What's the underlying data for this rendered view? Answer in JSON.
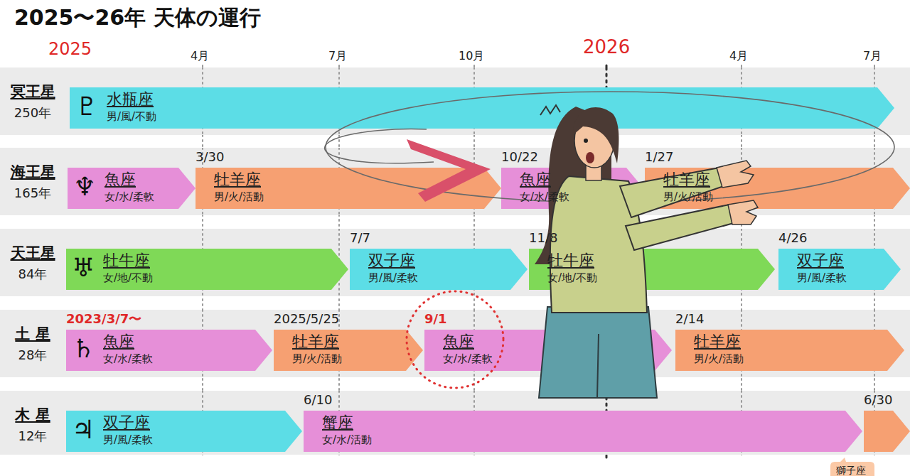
{
  "diagram": {
    "title": "2025〜26年 天体の運行",
    "nodes": [
      {
        "text": [
          "冥王星",
          "250年"
        ]
      },
      {
        "text": [
          "♇",
          "水瓶座",
          "男/風/不動"
        ],
        "in": 0
      },
      {
        "text": [
          "海王星",
          "165年"
        ]
      },
      {
        "text": [
          "♆",
          "魚座",
          "女/水/柔軟"
        ],
        "in": 2
      },
      {
        "text": [
          "3/30",
          "牡羊座",
          "男/火/活動"
        ],
        "in": 2
      },
      {
        "text": [
          "10/22",
          "魚座",
          "女/水/柔軟"
        ],
        "in": 2
      },
      {
        "text": [
          "1/27",
          "牡羊座",
          "男/火/活動"
        ],
        "in": 2
      },
      {
        "text": [
          "天王星",
          "84年"
        ]
      },
      {
        "text": [
          "♅",
          "牡牛座",
          "女/地/不動"
        ],
        "in": 7
      },
      {
        "text": [
          "7/7",
          "双子座",
          "男/風/柔軟"
        ],
        "in": 7
      },
      {
        "text": [
          "11/8",
          "牡牛座",
          "女/地/不動"
        ],
        "in": 7
      },
      {
        "text": [
          "4/26",
          "双子座",
          "男/風/柔軟"
        ],
        "in": 7
      },
      {
        "text": [
          "土 星",
          "28年"
        ]
      },
      {
        "text": [
          "2023/3/7〜",
          "♄",
          "魚座",
          "女/水/柔軟"
        ],
        "in": 12
      },
      {
        "text": [
          "2025/5/25",
          "牡羊座",
          "男/火/活動"
        ],
        "in": 12
      },
      {
        "text": [
          "9/1",
          "魚座",
          "女/水/柔軟"
        ],
        "in": 12
      },
      {
        "text": [
          "2/14",
          "牡羊座",
          "男/火/活動"
        ],
        "in": 12
      },
      {
        "text": [
          "木 星",
          "12年"
        ]
      },
      {
        "text": [
          "♃",
          "双子座",
          "男/風/柔軟"
        ],
        "in": 17
      },
      {
        "text": [
          "6/10",
          "蟹座",
          "女/水/活動"
        ],
        "in": 17
      },
      {
        "text": [
          "6/30"
        ],
        "in": 17
      },
      {
        "text": [
          "獅子座"
        ]
      }
    ],
    "labels": [
      "2025",
      "4月",
      "7月",
      "10月",
      "2026",
      "4月",
      "7月"
    ]
  }
}
